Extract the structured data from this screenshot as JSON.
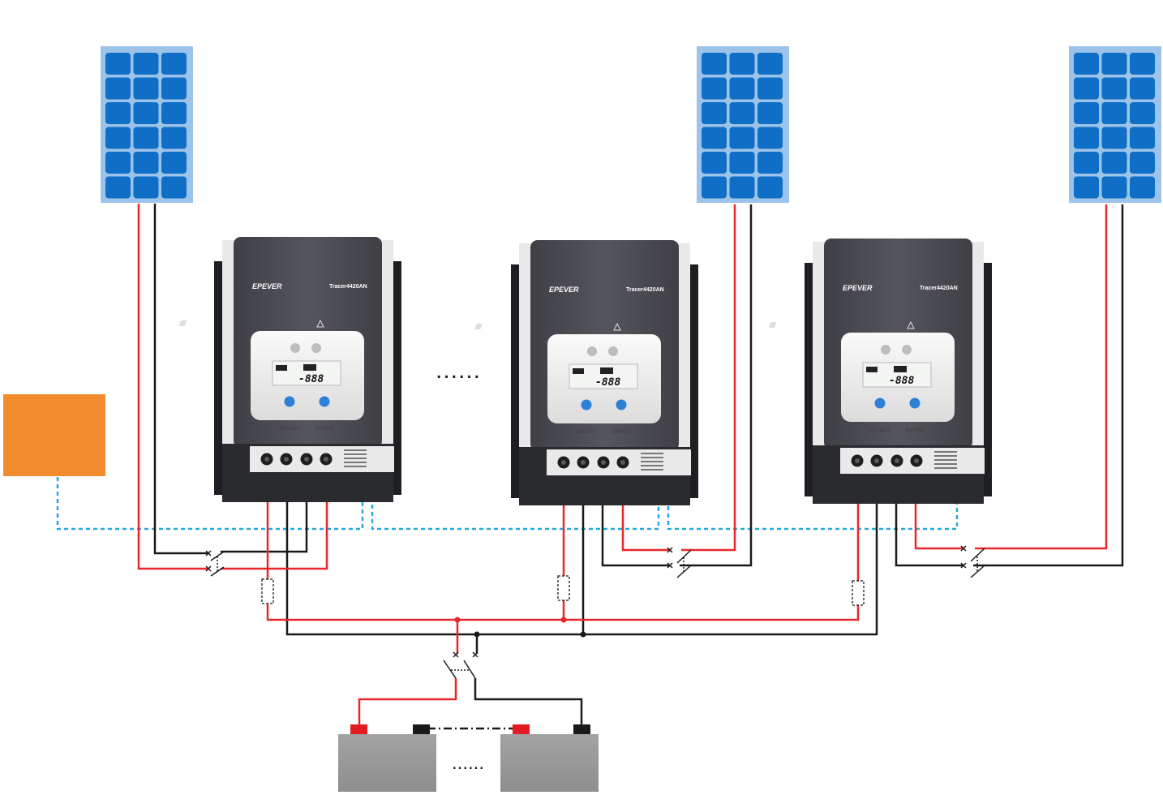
{
  "colors": {
    "positive_wire": "#e8262b",
    "negative_wire": "#1a1a1a",
    "comm_wire": "#29a8e0",
    "panel_cell": "#0f6fc6",
    "panel_frame": "#9cc3ea",
    "device_body": "#4a4b52",
    "device_side": "#1e1f22",
    "device_bezel": "#f2f2f2",
    "button_blue": "#2e7fd6",
    "monitor_box": "#f28a2e",
    "battery_body": "#9a9a9a",
    "battery_pos_terminal": "#e31c23",
    "battery_neg_terminal": "#1a1a1a"
  },
  "icons": {
    "solar_panel": "solar-panel-icon",
    "controller": "charge-controller-icon",
    "battery": "battery-icon",
    "breaker": "breaker-switch-icon",
    "fuse": "fuse-icon",
    "monitor": "monitor-box-icon"
  },
  "controllers": [
    {
      "brand": "EPEVER",
      "model": "Tracer4420AN",
      "lcd": "-888",
      "select_label": "SELECT",
      "enter_label": "ENTER"
    },
    {
      "brand": "EPEVER",
      "model": "Tracer4420AN",
      "lcd": "-888",
      "select_label": "SELECT",
      "enter_label": "ENTER"
    },
    {
      "brand": "EPEVER",
      "model": "Tracer4420AN",
      "lcd": "-888",
      "select_label": "SELECT",
      "enter_label": "ENTER"
    }
  ],
  "ellipsis": "......"
}
